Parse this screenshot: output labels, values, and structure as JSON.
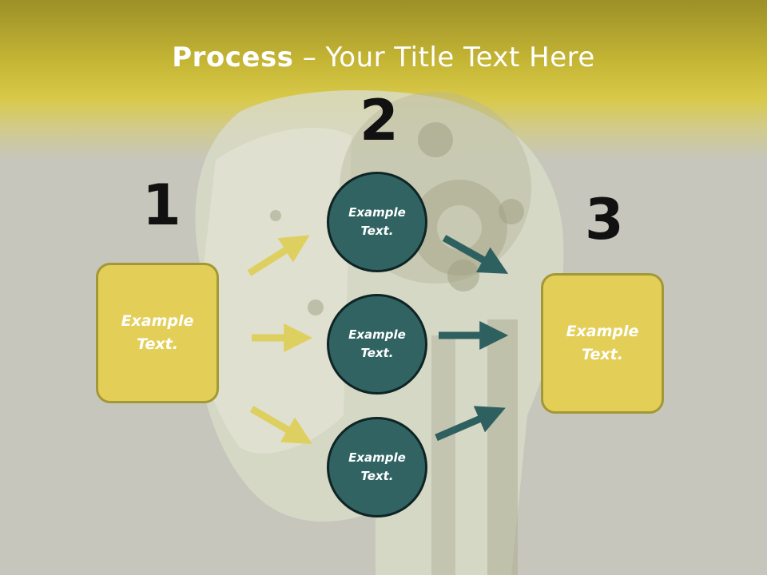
{
  "title": {
    "bold": "Process",
    "rest": " – Your Title Text Here"
  },
  "numbers": {
    "step1": "1",
    "step2": "2",
    "step3": "3"
  },
  "left_box": {
    "text": "Example\nText."
  },
  "right_box": {
    "text": "Example\nText."
  },
  "circles": [
    {
      "text": "Example\nText."
    },
    {
      "text": "Example\nText."
    },
    {
      "text": "Example\nText."
    }
  ],
  "colors": {
    "box_fill": "#e3cf58",
    "box_border": "#a39836",
    "circle_fill": "#316363",
    "circle_border": "#0f2424",
    "arrow_yellow": "#ded060",
    "arrow_teal": "#2f6060"
  }
}
